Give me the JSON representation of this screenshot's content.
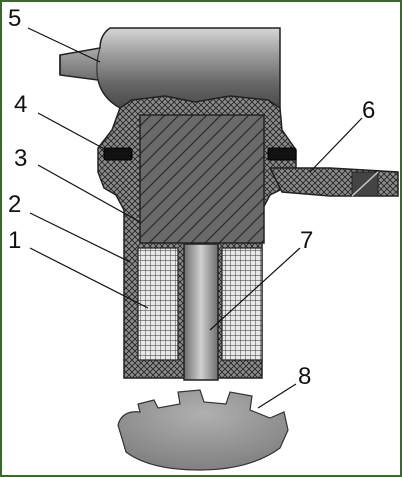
{
  "diagram": {
    "callouts": [
      {
        "id": "5",
        "text": "5"
      },
      {
        "id": "4",
        "text": "4"
      },
      {
        "id": "3",
        "text": "3"
      },
      {
        "id": "2",
        "text": "2"
      },
      {
        "id": "1",
        "text": "1"
      },
      {
        "id": "6",
        "text": "6"
      },
      {
        "id": "7",
        "text": "7"
      },
      {
        "id": "8",
        "text": "8"
      }
    ],
    "colors": {
      "frame": "#3a6a2a",
      "housing": "#777777",
      "core": "#666666",
      "winding": "#555555",
      "pin": "#9a9a9a",
      "gear": "#8a8a8a",
      "seal": "#111111"
    }
  }
}
